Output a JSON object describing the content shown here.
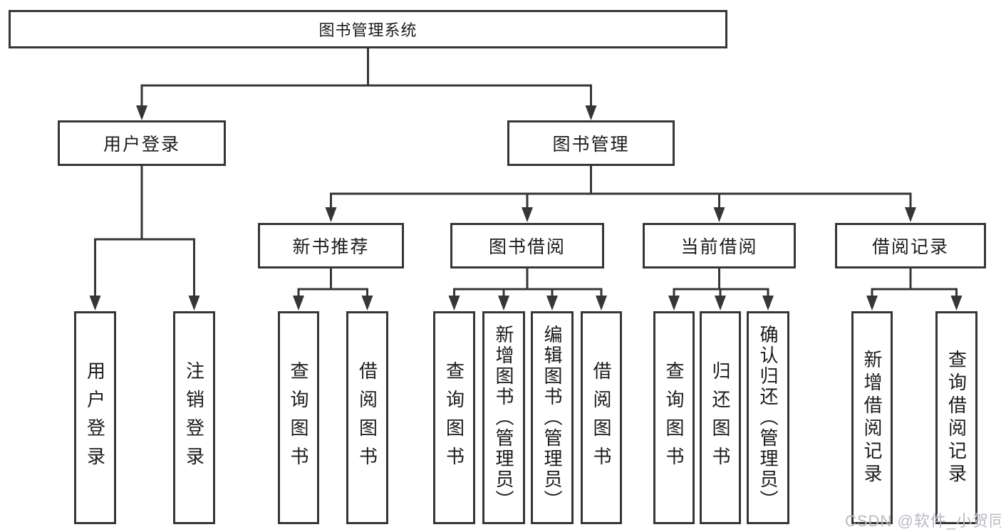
{
  "diagram": {
    "root": {
      "label": "图书管理系统"
    },
    "level2": {
      "user_login": {
        "label": "用户登录"
      },
      "book_management": {
        "label": "图书管理"
      }
    },
    "level3": {
      "new_book_recommend": {
        "label": "新书推荐"
      },
      "book_borrow": {
        "label": "图书借阅"
      },
      "current_borrow": {
        "label": "当前借阅"
      },
      "borrow_record": {
        "label": "借阅记录"
      }
    },
    "leaves": {
      "user_login_login": {
        "label": "用户登录"
      },
      "user_login_logout": {
        "label": "注销登录"
      },
      "recommend_query_books": {
        "label": "查询图书"
      },
      "recommend_borrow_books": {
        "label": "借阅图书"
      },
      "borrow_query_books": {
        "label": "查询图书"
      },
      "borrow_add_books": {
        "label": "新增图书（管理员）"
      },
      "borrow_edit_books": {
        "label": "编辑图书（管理员）"
      },
      "borrow_borrow_books": {
        "label": "借阅图书"
      },
      "current_query_books": {
        "label": "查询图书"
      },
      "current_return_books": {
        "label": "归还图书"
      },
      "current_confirm_return": {
        "label": "确认归还（管理员）"
      },
      "record_add_record": {
        "label": "新增借阅记录"
      },
      "record_query_record": {
        "label": "查询借阅记录"
      }
    }
  },
  "watermark": {
    "text": "CSDN @软件_小贺同学"
  },
  "colors": {
    "line": "#363636",
    "box_border": "#363636",
    "text": "#1b1b1b",
    "watermark": "#b7bbc1",
    "background": "#ffffff"
  }
}
